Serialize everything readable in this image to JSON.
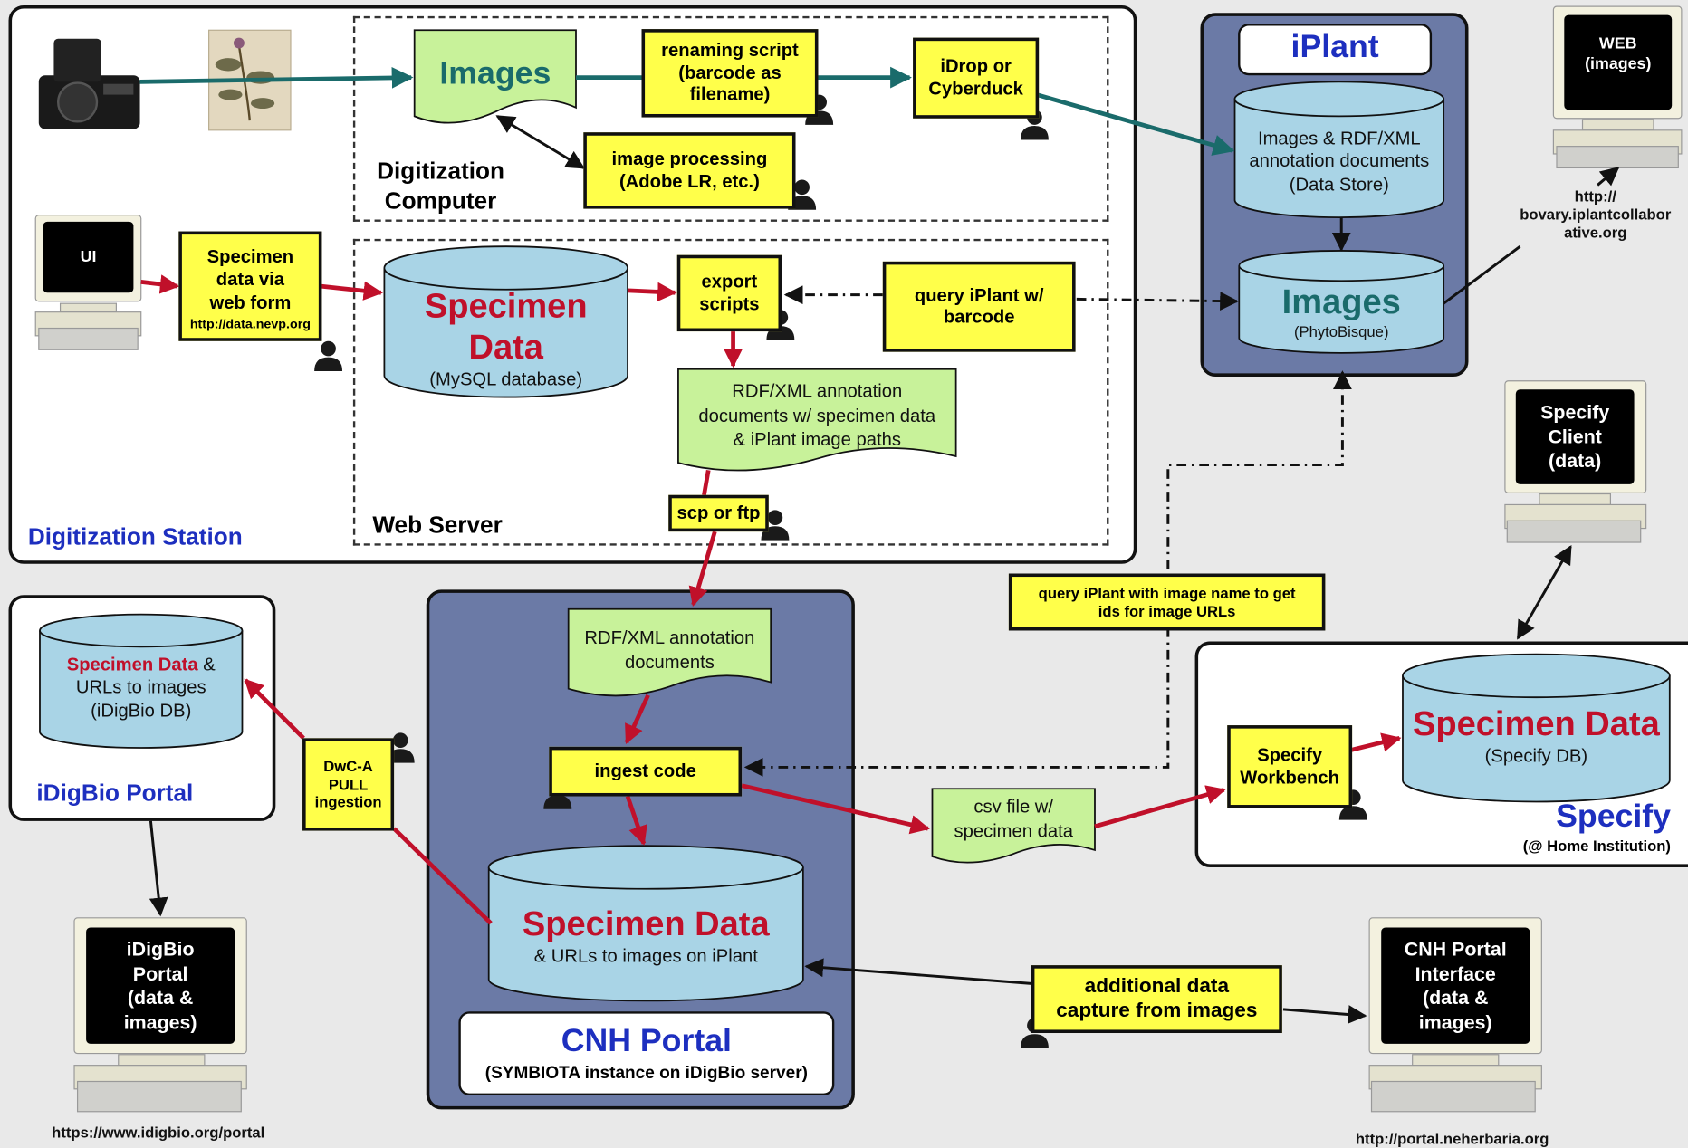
{
  "containers": {
    "digitization_station": "Digitization Station",
    "digitization_computer": "Digitization\nComputer",
    "web_server": "Web Server",
    "iplant": "iPlant",
    "idigbio_portal": "iDigBio Portal",
    "cnh_portal": "CNH Portal",
    "cnh_portal_sub": "(SYMBIOTA instance on iDigBio server)",
    "specify": "Specify",
    "specify_sub": "(@ Home Institution)"
  },
  "boxes": {
    "renaming_script": "renaming script\n(barcode as\nfilename)",
    "idrop": "iDrop or\nCyberduck",
    "image_processing": "image processing\n(Adobe LR, etc.)",
    "specimen_web_form": "Specimen\ndata via\nweb form",
    "specimen_web_form_url": "http://data.nevp.org",
    "export_scripts": "export\nscripts",
    "query_iplant_barcode": "query iPlant w/\nbarcode",
    "scp_ftp": "scp or ftp",
    "query_iplant_image_name": "query iPlant with image name to get\nids for image URLs",
    "dwca_pull": "DwC-A\nPULL\ningestion",
    "ingest_code": "ingest code",
    "specify_workbench": "Specify\nWorkbench",
    "additional_data": "additional data\ncapture from images"
  },
  "documents": {
    "images": "Images",
    "rdf_xml_web": "RDF/XML annotation\ndocuments w/ specimen data\n& iPlant image paths",
    "rdf_xml_cnh": "RDF/XML annotation\ndocuments",
    "csv_file": "csv file w/\nspecimen data"
  },
  "databases": {
    "specimen_mysql": {
      "title_1": "Specimen",
      "title_2": "Data",
      "subtitle": "(MySQL database)"
    },
    "iplant_datastore": {
      "text": "Images & RDF/XML\nannotation documents\n(Data Store)"
    },
    "iplant_phytobisque": {
      "title": "Images",
      "subtitle": "(PhytoBisque)"
    },
    "idigbio_db": {
      "title_red": "Specimen Data",
      "title_rest": " &",
      "text": "URLs to images\n(iDigBio DB)"
    },
    "cnh_db": {
      "title": "Specimen Data",
      "subtitle": "& URLs to images on iPlant"
    },
    "specify_db": {
      "title": "Specimen Data",
      "subtitle": "(Specify DB)"
    }
  },
  "monitors": {
    "ui": "UI",
    "web": "WEB\n(images)",
    "specify_client": "Specify\nClient\n(data)",
    "idigbio_portal": "iDigBio\nPortal\n(data &\nimages)",
    "cnh_portal_interface": "CNH Portal\nInterface\n(data &\nimages)"
  },
  "urls": {
    "bovary": "http://\nbovary.iplantcollabor\native.org",
    "idigbio": "https://www.idigbio.org/portal",
    "neherbaria": "http://portal.neherbaria.org"
  },
  "colors": {
    "teal_arrow": "#1a6b6b",
    "red_arrow": "#c0102a",
    "navy_panel": "#6b7aa6",
    "yellow_box": "#ffff4a",
    "cylinder": "#a9d4e6",
    "document": "#c8f29a",
    "title_blue": "#1d2fbf"
  }
}
